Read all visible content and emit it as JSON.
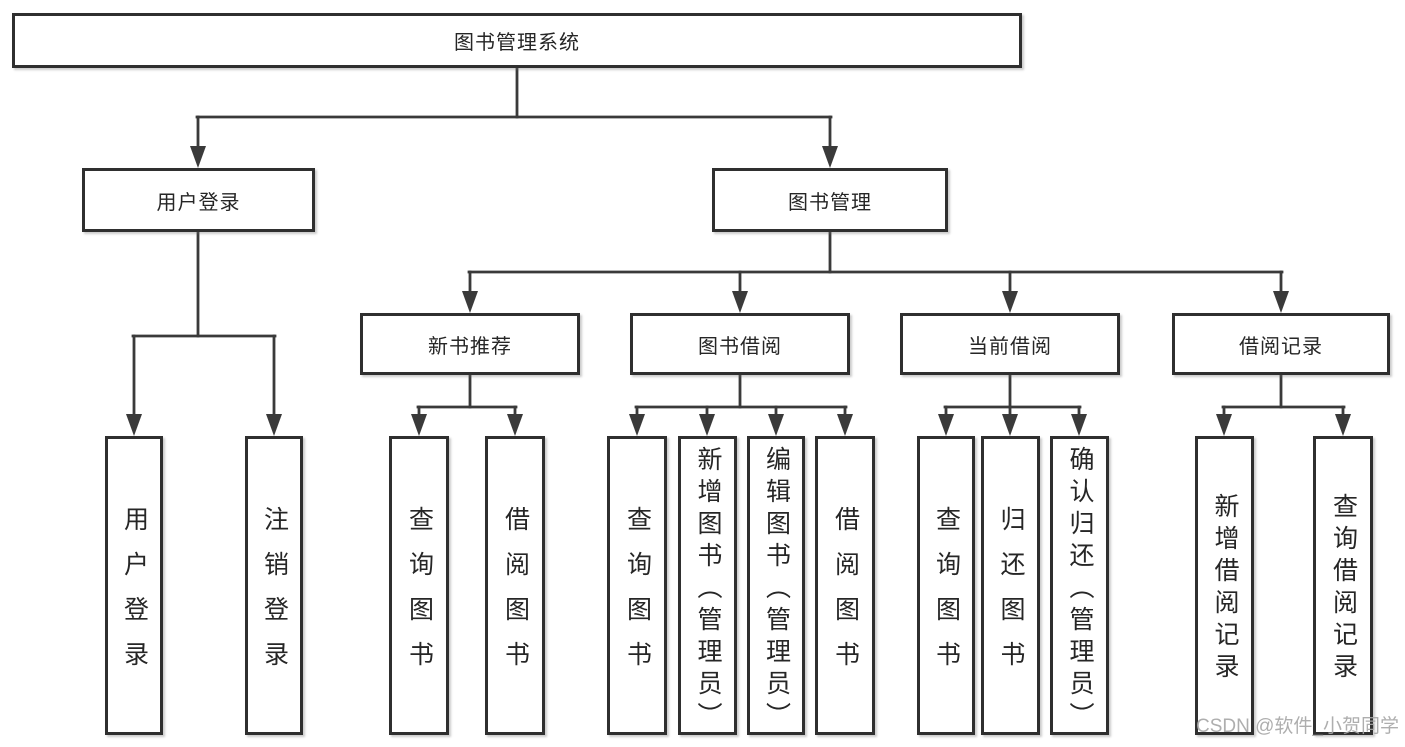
{
  "diagram": {
    "root": {
      "label": "图书管理系统"
    },
    "branches": [
      {
        "label": "用户登录",
        "children": [
          "用户登录",
          "注销登录"
        ]
      },
      {
        "label": "图书管理",
        "children": [
          {
            "label": "新书推荐",
            "children": [
              "查询图书",
              "借阅图书"
            ]
          },
          {
            "label": "图书借阅",
            "children": [
              "查询图书",
              "新增图书（管理员）",
              "编辑图书（管理员）",
              "借阅图书"
            ]
          },
          {
            "label": "当前借阅",
            "children": [
              "查询图书",
              "归还图书",
              "确认归还（管理员）"
            ]
          },
          {
            "label": "借阅记录",
            "children": [
              "新增借阅记录",
              "查询借阅记录"
            ]
          }
        ]
      }
    ],
    "watermark": "CSDN @软件_小贺同学",
    "colors": {
      "line": "#3a3a3a",
      "box_border": "#2f2f2f",
      "text": "#262626",
      "watermark": "#a6a6a6",
      "background": "#ffffff"
    }
  }
}
